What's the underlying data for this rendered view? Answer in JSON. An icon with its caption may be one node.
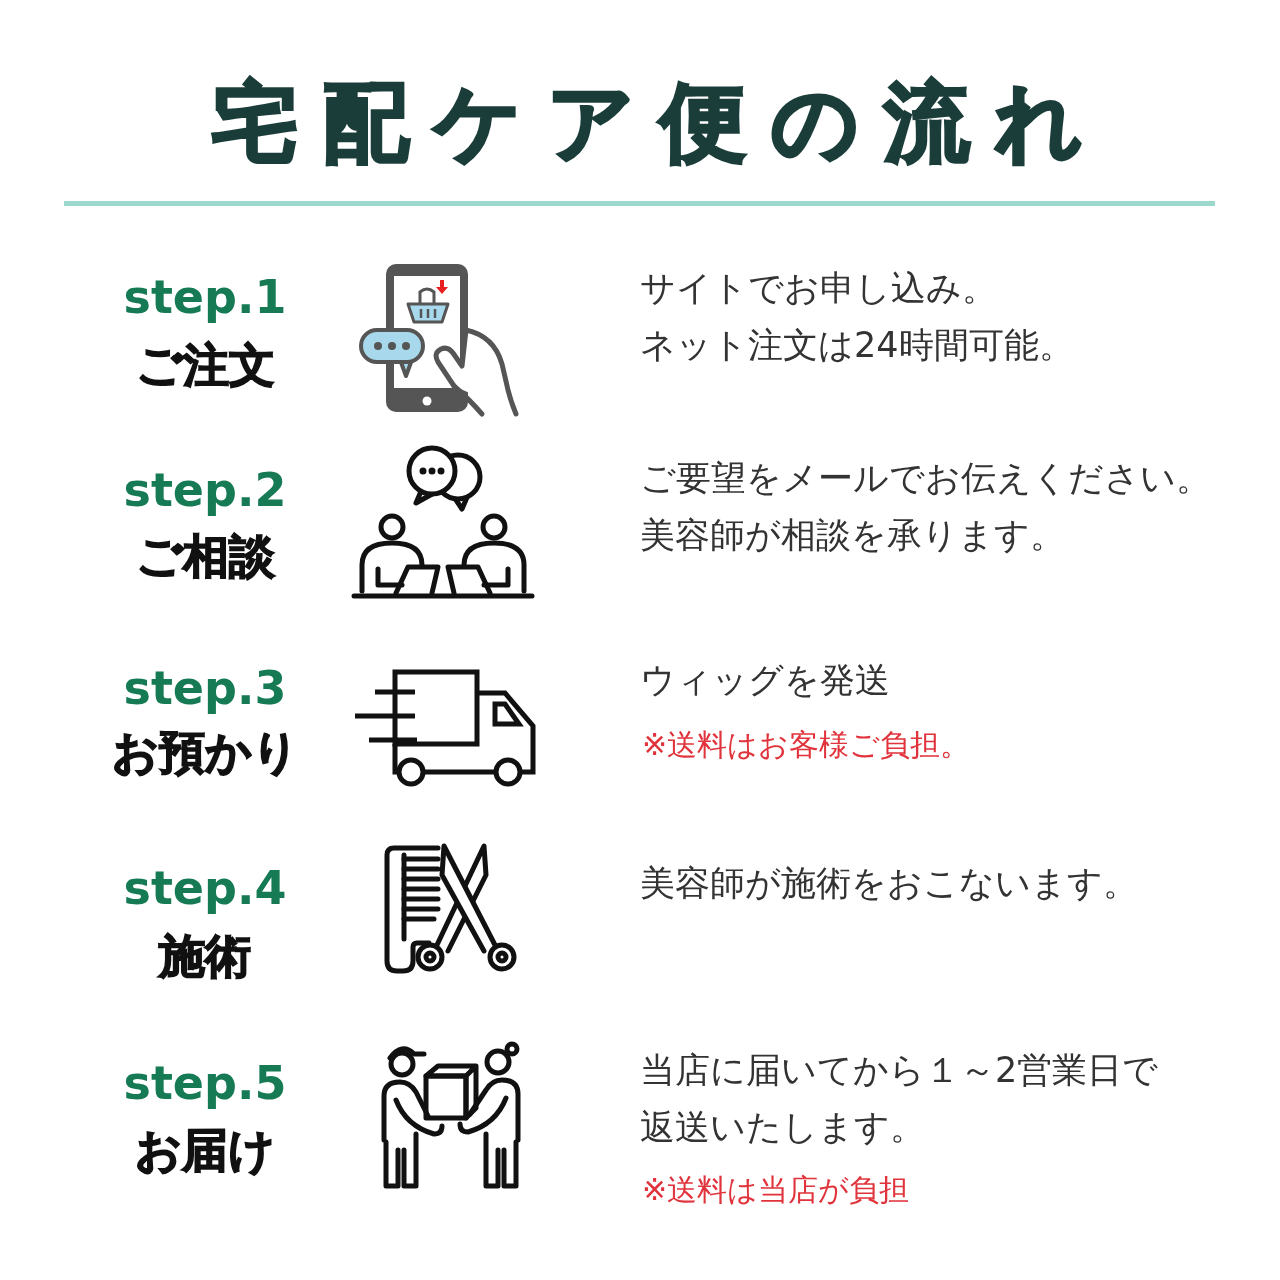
{
  "diagram": {
    "title": "宅配ケア便の流れ",
    "labels": [
      "step.1",
      "ご注文",
      "サイトでお申し込み。",
      "ネット注文は24時間可能。",
      "step.2",
      "ご相談",
      "ご要望をメールでお伝えください。美容師が相談を承ります。",
      "step.3",
      "お預かり",
      "ウィッグを発送",
      "※送料はお客様ご負担。",
      "step.4",
      "施術",
      "美容師が施術をおこないます。",
      "step.5",
      "お届け",
      "当店に届いてから１～2営業日で返送いたします。",
      "※送料は当店が負担"
    ]
  }
}
